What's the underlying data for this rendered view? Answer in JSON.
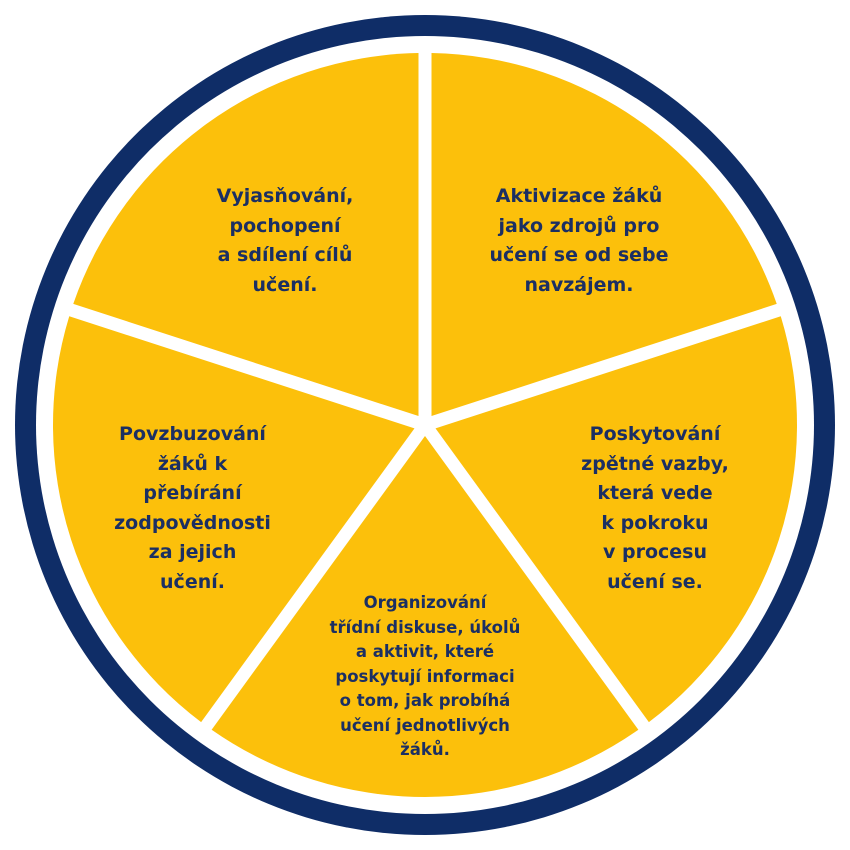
{
  "colors": {
    "ring": "#0f2d67",
    "segment": "#fcc00b",
    "text": "#1b2f63",
    "background": "#ffffff"
  },
  "segments": [
    {
      "lines": [
        "Vyjasňování,",
        "pochopení",
        "a sdílení cílů",
        "učení."
      ]
    },
    {
      "lines": [
        "Aktivizace žáků",
        "jako zdrojů pro",
        "učení se od sebe",
        "navzájem."
      ]
    },
    {
      "lines": [
        "Poskytování",
        "zpětné vazby,",
        "která vede",
        "k pokroku",
        "v procesu",
        "učení se."
      ]
    },
    {
      "lines": [
        "Organizování",
        "třídní diskuse, úkolů",
        "a aktivit, které",
        "poskytují informaci",
        "o tom, jak probíhá",
        "učení jednotlivých",
        "žáků."
      ]
    },
    {
      "lines": [
        "Povzbuzování",
        "žáků k",
        "přebírání",
        "zodpovědnosti",
        "za jejich",
        "učení."
      ]
    }
  ]
}
